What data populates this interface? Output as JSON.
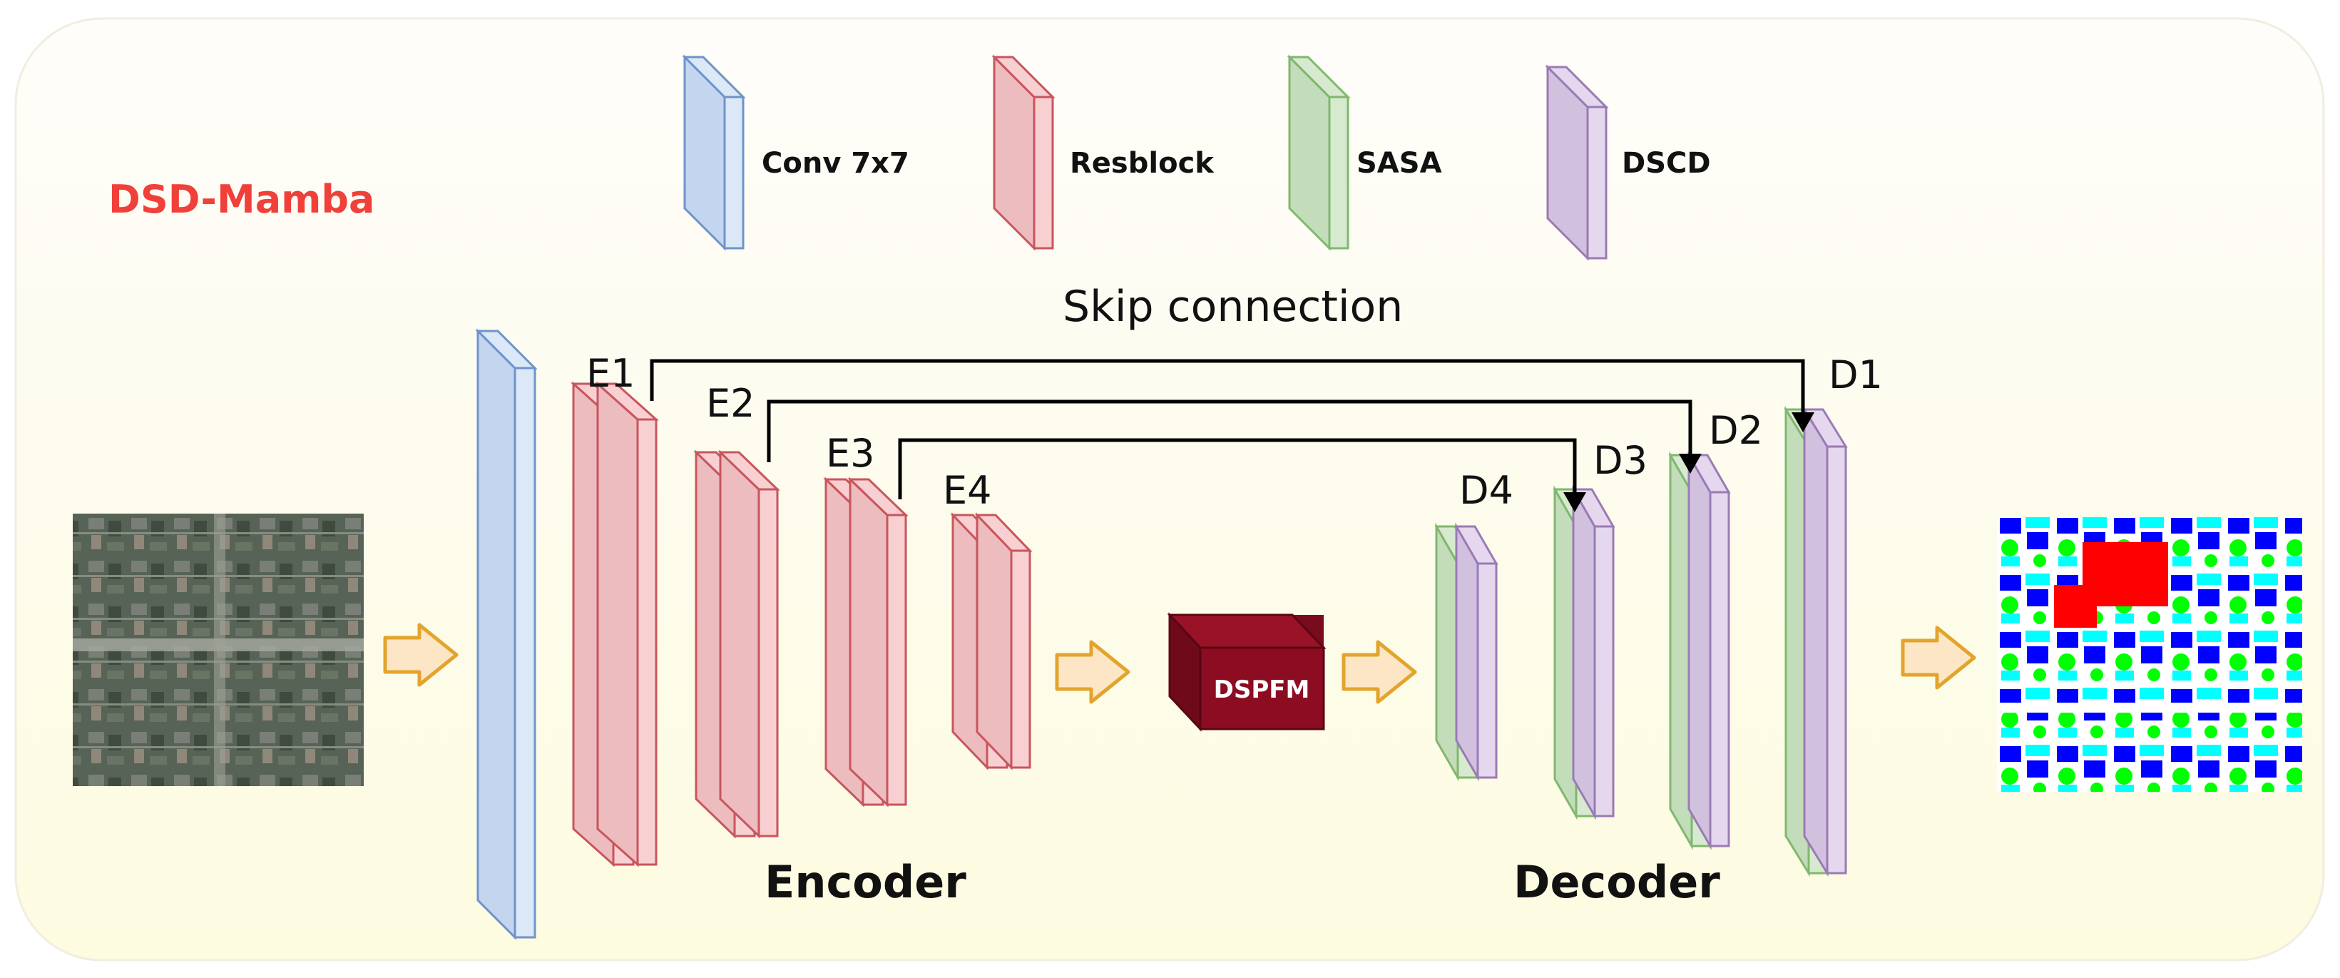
{
  "title": "DSD-Mamba",
  "legend": [
    {
      "label": "Conv 7x7",
      "color": "blue"
    },
    {
      "label": "Resblock",
      "color": "red"
    },
    {
      "label": "SASA",
      "color": "green"
    },
    {
      "label": "DSCD",
      "color": "purple"
    }
  ],
  "skip_connection_label": "Skip connection",
  "encoder": {
    "label": "Encoder",
    "stages": [
      "E1",
      "E2",
      "E3",
      "E4"
    ]
  },
  "decoder": {
    "label": "Decoder",
    "stages": [
      "D4",
      "D3",
      "D2",
      "D1"
    ]
  },
  "bottleneck_label": "DSPFM",
  "skip_connections": [
    [
      "E1",
      "D1"
    ],
    [
      "E2",
      "D2"
    ],
    [
      "E3",
      "D3"
    ]
  ],
  "colors": {
    "blue_front": "#dbe8f8",
    "blue_side": "#c4d6ef",
    "blue_stroke": "#6f93c9",
    "red_front": "#f8d0d2",
    "red_side": "#ecbcbf",
    "red_stroke": "#c9555d",
    "green_front": "#d7ead0",
    "green_side": "#c3dcba",
    "green_stroke": "#7fb86e",
    "purple_front": "#e5d7ee",
    "purple_side": "#d2c0df",
    "purple_stroke": "#9a7bb4",
    "title": "#f0403a",
    "arrow_fill": "#fde6c6",
    "arrow_stroke": "#e2a42c",
    "bottleneck": "#8c0d22",
    "background_top": "#fefdf9",
    "background_bottom": "#fdfbe0"
  }
}
